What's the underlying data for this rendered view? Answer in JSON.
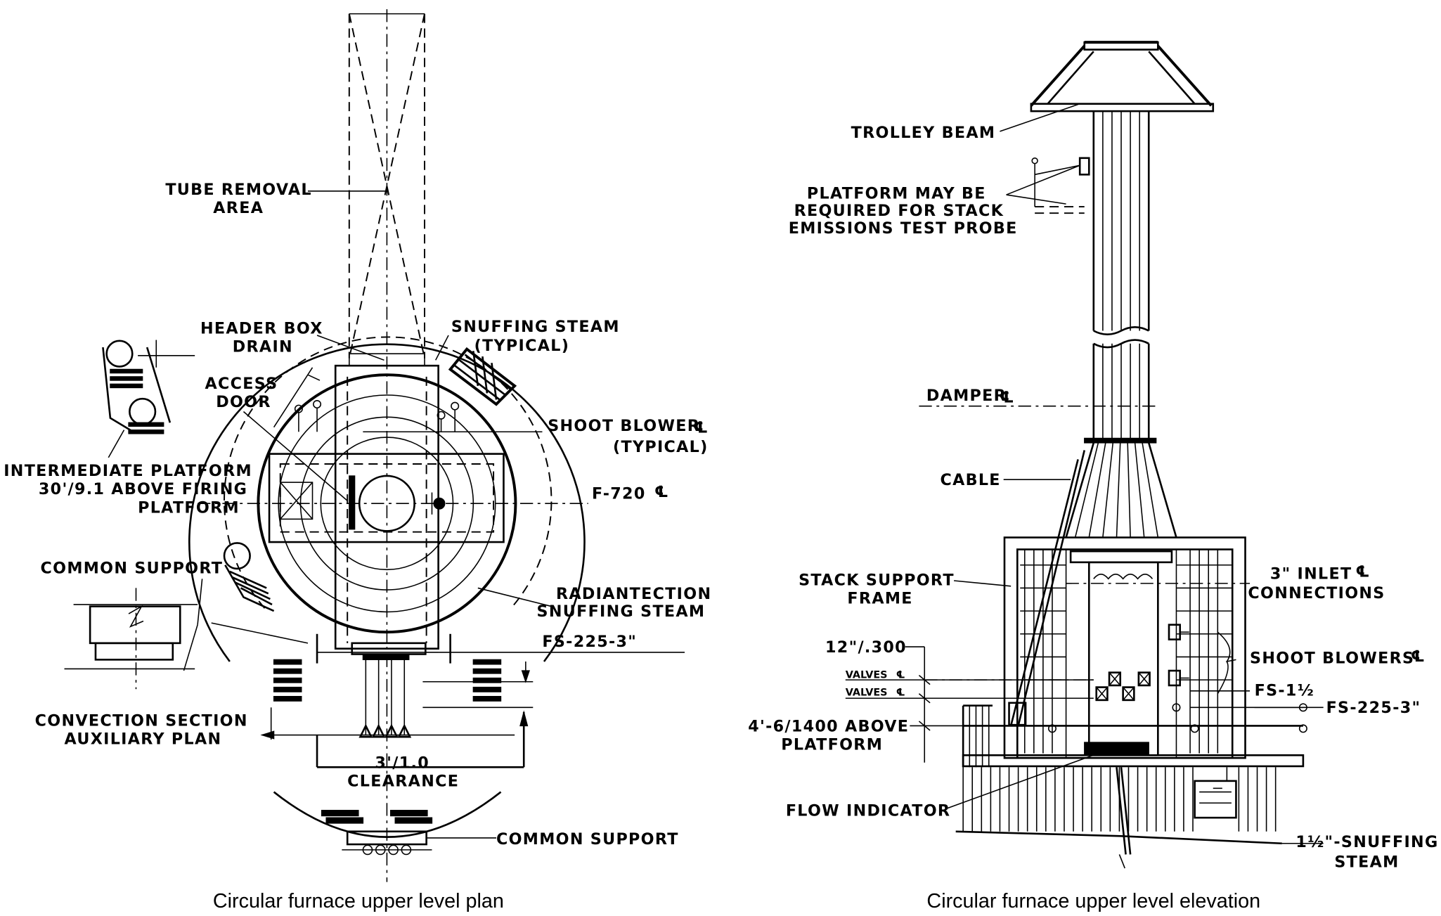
{
  "plan": {
    "caption": "Circular furnace upper level plan",
    "labels": {
      "tube_removal_1": "TUBE REMOVAL",
      "tube_removal_2": "AREA",
      "header_box_1": "HEADER BOX",
      "header_box_2": "DRAIN",
      "snuffing_1": "SNUFFING STEAM",
      "snuffing_2": "(TYPICAL)",
      "access_1": "ACCESS",
      "access_2": "DOOR",
      "shoot_blower_1": "SHOOT BLOWER",
      "shoot_blower_2": "(TYPICAL)",
      "intermediate_1": "INTERMEDIATE PLATFORM",
      "intermediate_2": "30'/9.1 ABOVE FIRING",
      "intermediate_3": "PLATFORM",
      "f720": "F-720",
      "common_support_top": "COMMON SUPPORT",
      "radiantection_1": "RADIANTECTION",
      "radiantection_2": "SNUFFING STEAM",
      "fs225": "FS-225-3\"",
      "convection_1": "CONVECTION SECTION",
      "convection_2": "AUXILIARY PLAN",
      "clearance_1": "3'/1.0",
      "clearance_2": "CLEARANCE",
      "common_support_bottom": "COMMON SUPPORT"
    }
  },
  "elevation": {
    "caption": "Circular furnace upper level elevation",
    "labels": {
      "trolley": "TROLLEY BEAM",
      "platform_1": "PLATFORM MAY BE",
      "platform_2": "REQUIRED FOR STACK",
      "platform_3": "EMISSIONS TEST PROBE",
      "damper": "DAMPER",
      "cable": "CABLE",
      "stack_support_1": "STACK SUPPORT",
      "stack_support_2": "FRAME",
      "inlet_1": "3\" INLET",
      "inlet_2": "CONNECTIONS",
      "dim_12": "12\"/.300",
      "valves_1": "VALVES",
      "valves_2": "VALVES",
      "shoot_blowers": "SHOOT BLOWERS",
      "fs1": "FS-1½",
      "fs225": "FS-225-3\"",
      "above_1": "4'-6/1400 ABOVE",
      "above_2": "PLATFORM",
      "flow": "FLOW INDICATOR",
      "snuffing_1": "1½\"-SNUFFING",
      "snuffing_2": "STEAM"
    }
  },
  "centerline_symbol": "℄"
}
